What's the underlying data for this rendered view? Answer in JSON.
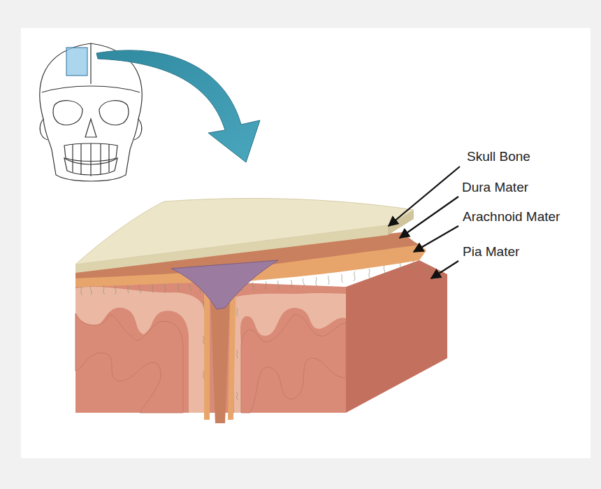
{
  "diagram": {
    "labels": [
      "Skull Bone",
      "Dura Mater",
      "Arachnoid Mater",
      "Pia Mater"
    ]
  }
}
